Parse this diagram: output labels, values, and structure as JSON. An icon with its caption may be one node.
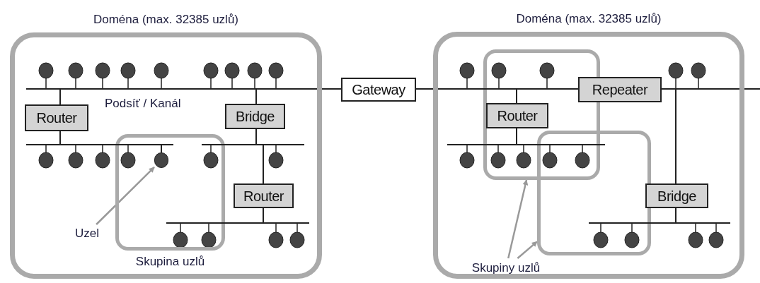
{
  "diagram": {
    "nodes": [
      {
        "text": [
          "Doména (max. 32385 uzlů)"
        ]
      },
      {
        "text": [
          "Router"
        ],
        "in": 0
      },
      {
        "text": [
          "Bridge"
        ],
        "in": 0
      },
      {
        "text": [
          "Router"
        ],
        "in": 0
      },
      {
        "text": [],
        "shape": "box",
        "in": 0,
        "beside": [
          "Skupina uzlů"
        ]
      },
      {
        "text": [],
        "shape": "circle",
        "in": 4
      },
      {
        "text": [
          "Uzel"
        ],
        "in": 0
      },
      {
        "text": [
          "Gateway"
        ]
      },
      {
        "text": [
          "Doména (max. 32385 uzlů)"
        ]
      },
      {
        "text": [],
        "shape": "box",
        "in": 8
      },
      {
        "text": [
          "Router"
        ],
        "in": 9
      },
      {
        "text": [
          "Repeater"
        ],
        "in": 8
      },
      {
        "text": [],
        "shape": "box",
        "in": 8
      },
      {
        "text": [
          "Bridge"
        ],
        "in": 8
      },
      {
        "text": [
          "Skupiny uzlů"
        ],
        "in": 8
      },
      {
        "text": [],
        "shape": "bar",
        "in": 0
      },
      {
        "text": [],
        "shape": "bar",
        "in": 0
      },
      {
        "text": [],
        "shape": "bar",
        "in": 0
      },
      {
        "text": [],
        "shape": "bar",
        "in": 0
      },
      {
        "text": [],
        "shape": "bar",
        "in": 8
      },
      {
        "text": [],
        "shape": "bar",
        "in": 8
      },
      {
        "text": [],
        "shape": "bar",
        "in": 8
      },
      {
        "text": [],
        "shape": "bar",
        "in": 8
      }
    ],
    "edges": [
      {
        "from": 6,
        "to": 5,
        "arrow": "to",
        "color": "#999999"
      },
      {
        "from": 14,
        "to": 9,
        "arrow": "to",
        "color": "#999999"
      },
      {
        "from": 14,
        "to": 12,
        "arrow": "to",
        "color": "#999999"
      },
      {
        "from": 15,
        "to": 1,
        "arrow": "none"
      },
      {
        "from": 1,
        "to": 16,
        "arrow": "none"
      },
      {
        "from": 15,
        "to": 2,
        "arrow": "none"
      },
      {
        "from": 2,
        "to": 17,
        "arrow": "none"
      },
      {
        "from": 17,
        "to": 3,
        "arrow": "none"
      },
      {
        "from": 3,
        "to": 18,
        "arrow": "none"
      },
      {
        "from": 15,
        "to": 7,
        "arrow": "none"
      },
      {
        "from": 7,
        "to": 19,
        "arrow": "none"
      },
      {
        "from": 19,
        "to": 10,
        "arrow": "none"
      },
      {
        "from": 10,
        "to": 21,
        "arrow": "none"
      },
      {
        "from": 19,
        "to": 11,
        "arrow": "none"
      },
      {
        "from": 11,
        "to": 20,
        "arrow": "none"
      },
      {
        "from": 20,
        "to": null,
        "arrow": "none"
      },
      {
        "from": 20,
        "to": 13,
        "arrow": "none"
      },
      {
        "from": 13,
        "to": 22,
        "arrow": "none"
      },
      {
        "from": 16,
        "to": 5,
        "arrow": "none"
      }
    ],
    "labels": [
      "Podsíť / Kanál"
    ]
  }
}
